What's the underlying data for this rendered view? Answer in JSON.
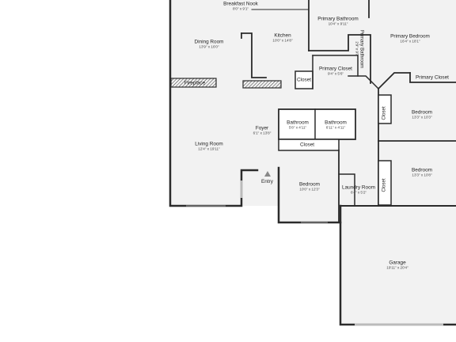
{
  "rooms": {
    "breakfast_nook": {
      "name": "Breakfast Nook",
      "dim": "8'0\" x 9'1\""
    },
    "dining_room": {
      "name": "Dining Room",
      "dim": "13'9\" x 16'0\""
    },
    "kitchen": {
      "name": "Kitchen",
      "dim": "10'0\" x 14'8\""
    },
    "primary_bathroom": {
      "name": "Primary Bathroom",
      "dim": "10'4\" x 9'11\""
    },
    "primary_bathroom_small": {
      "name": "Primary Bathroom",
      "dim": "2'9\" x 9'7\""
    },
    "primary_bedroom": {
      "name": "Primary Bedroom",
      "dim": "16'4\" x 18'1\""
    },
    "primary_closet": {
      "name": "Primary Closet",
      "dim": "9'4\" x 5'6\""
    },
    "primary_closet_right": {
      "name": "Primary Closet"
    },
    "closet_kitchen": {
      "name": "Closet"
    },
    "fireplace": {
      "name": "Fireplace"
    },
    "foyer": {
      "name": "Foyer",
      "dim": "6'1\" x 13'8\""
    },
    "bathroom_1": {
      "name": "Bathroom",
      "dim": "5'8\" x 4'11\""
    },
    "bathroom_2": {
      "name": "Bathroom",
      "dim": "6'11\" x 4'11\""
    },
    "living_room": {
      "name": "Living Room",
      "dim": "12'4\" x 19'11\""
    },
    "closet_hall": {
      "name": "Closet"
    },
    "entry": {
      "name": "Entry"
    },
    "bedroom_front": {
      "name": "Bedroom",
      "dim": "10'0\" x 12'3\""
    },
    "laundry_room": {
      "name": "Laundry Room",
      "dim": "6'4\" x 5'2\""
    },
    "bedroom_upper": {
      "name": "Bedroom",
      "dim": "13'3\" x 10'3\""
    },
    "bedroom_lower": {
      "name": "Bedroom",
      "dim": "13'3\" x 10'8\""
    },
    "closet_bed_upper": {
      "name": "Closet"
    },
    "closet_bed_lower": {
      "name": "Closet"
    },
    "garage": {
      "name": "Garage",
      "dim": "19'11\" x 20'4\""
    }
  }
}
